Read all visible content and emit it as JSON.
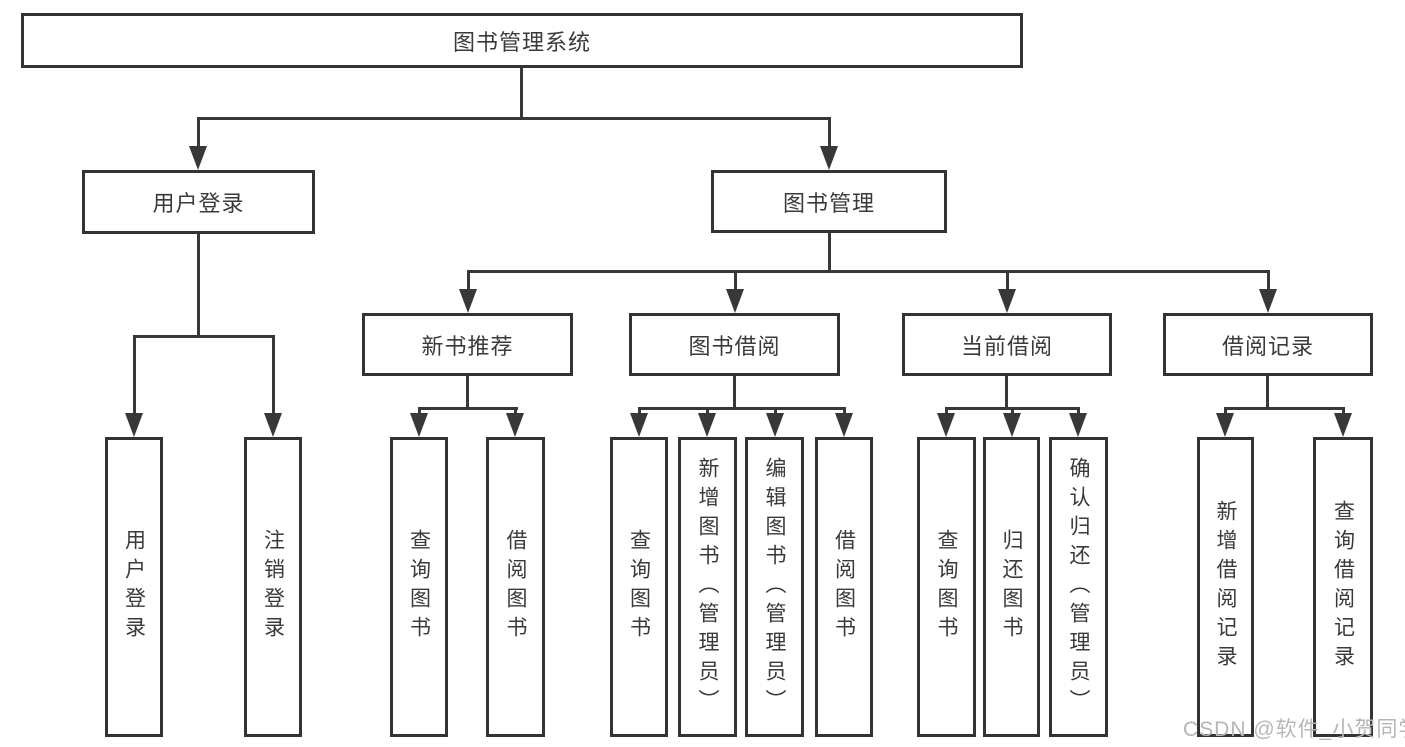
{
  "diagram": {
    "title": "图书管理系统",
    "root": {
      "label": "图书管理系统"
    },
    "branches": [
      {
        "label": "用户登录",
        "children": [
          {
            "label": "用户登录"
          },
          {
            "label": "注销登录"
          }
        ]
      },
      {
        "label": "图书管理",
        "children": [
          {
            "label": "新书推荐",
            "children": [
              {
                "label": "查询图书"
              },
              {
                "label": "借阅图书"
              }
            ]
          },
          {
            "label": "图书借阅",
            "children": [
              {
                "label": "查询图书"
              },
              {
                "label": "新增图书（管理员）"
              },
              {
                "label": "编辑图书（管理员）"
              },
              {
                "label": "借阅图书"
              }
            ]
          },
          {
            "label": "当前借阅",
            "children": [
              {
                "label": "查询图书"
              },
              {
                "label": "归还图书"
              },
              {
                "label": "确认归还（管理员）"
              }
            ]
          },
          {
            "label": "借阅记录",
            "children": [
              {
                "label": "新增借阅记录"
              },
              {
                "label": "查询借阅记录"
              }
            ]
          }
        ]
      }
    ]
  },
  "watermark": {
    "text": "CSDN @软件_小贺同学"
  },
  "colors": {
    "line": "#383838",
    "box_border": "#333333",
    "text": "#3a3a3a",
    "watermark": "#b6b6b6",
    "background": "#ffffff"
  }
}
